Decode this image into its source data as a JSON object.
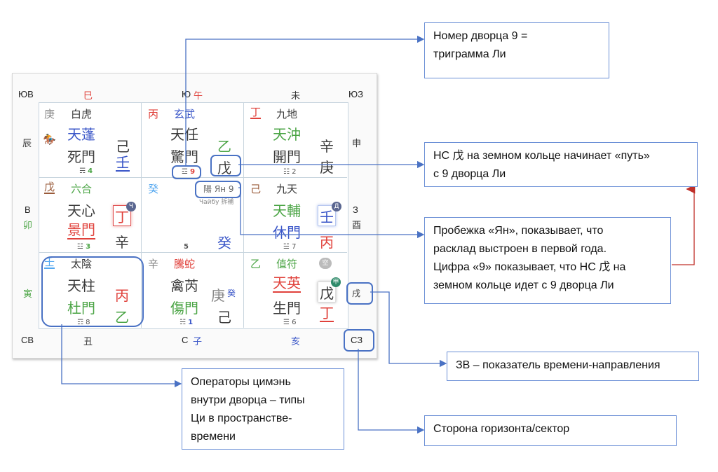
{
  "chart": {
    "corners": {
      "se": "ЮВ",
      "s": "Ю",
      "sw": "ЮЗ",
      "ne": "СВ",
      "n": "С",
      "nw": "СЗ",
      "e": "В",
      "w": "З"
    },
    "top_branches": {
      "left": "巳",
      "mid": "午",
      "right": "未"
    },
    "bottom_branches": {
      "left": "丑",
      "mid": "子",
      "right": "亥"
    },
    "left_branches": {
      "top": "辰",
      "mid": "卯",
      "bottom": "寅"
    },
    "right_branches": {
      "top": "申",
      "mid": "酉",
      "bottom": "戌"
    },
    "palaces": [
      {
        "id": "p4",
        "heaven_stem": "庚",
        "deity": "白虎",
        "star": "天蓬",
        "door": "死門",
        "earth_stems": [
          "己",
          "壬"
        ],
        "trigram": "☴",
        "number": "4",
        "icon": "horse-rider-icon"
      },
      {
        "id": "p9",
        "heaven_stem": "丙",
        "deity": "玄武",
        "star": "天任",
        "door": "驚門",
        "earth_stems": [
          "乙",
          "戊"
        ],
        "trigram": "☲",
        "number": "9"
      },
      {
        "id": "p2",
        "heaven_stem": "丁",
        "deity": "九地",
        "star": "天沖",
        "door": "開門",
        "earth_stems": [
          "辛",
          "庚"
        ],
        "trigram": "☷",
        "number": "2"
      },
      {
        "id": "p3",
        "heaven_stem": "戊",
        "deity": "六合",
        "star": "天心",
        "door": "景門",
        "earth_stems": [
          "丁",
          "辛"
        ],
        "trigram": "☳",
        "number": "3",
        "badge": "Ч"
      },
      {
        "id": "p5",
        "heaven_stem": "癸",
        "yang_label": "陽 Ян 9",
        "chaibu": "Чайбу 拆補",
        "earth_stems": [
          "癸"
        ],
        "number": "5"
      },
      {
        "id": "p7",
        "heaven_stem": "己",
        "deity": "九天",
        "star": "天輔",
        "door": "休門",
        "earth_stems": [
          "壬",
          "丙"
        ],
        "trigram": "☱",
        "number": "7",
        "badge": "Д"
      },
      {
        "id": "p8",
        "heaven_stem": "壬",
        "deity": "太陰",
        "star": "天柱",
        "door": "杜門",
        "earth_stems": [
          "丙",
          "乙"
        ],
        "trigram": "☶",
        "number": "8"
      },
      {
        "id": "p1",
        "heaven_stem": "辛",
        "deity": "騰蛇",
        "star": "禽芮",
        "door": "傷門",
        "earth_stems": [
          "庚",
          "己"
        ],
        "extra_stem": "癸",
        "trigram": "☵",
        "number": "1"
      },
      {
        "id": "p6",
        "heaven_stem": "乙",
        "deity": "值符",
        "star": "天英",
        "door": "生門",
        "earth_stems": [
          "戊",
          "丁"
        ],
        "trigram": "☰",
        "number": "6",
        "badge": "甲",
        "empty_mark": "空"
      }
    ]
  },
  "notes": [
    {
      "id": "palace-number",
      "text": "Номер дворца 9 =\nтриграмма Ли"
    },
    {
      "id": "ns-path",
      "text": "НС 戊 на земном кольце начинает «путь»\nс 9 дворца Ли"
    },
    {
      "id": "yang-run",
      "text": "Пробежка «Ян», показывает, что\nрасклад выстроен в первой года.\nЦифра «9» показывает, что НС 戊 на\nземном кольце идет с 9 дворца Ли"
    },
    {
      "id": "zv-indicator",
      "text": "ЗВ – показатель времени-направления"
    },
    {
      "id": "operators",
      "text": "Операторы цимэнь\nвнутри дворца – типы\nЦи в пространстве-\nвремени"
    },
    {
      "id": "horizon-side",
      "text": "Сторона горизонта/сектор"
    }
  ],
  "colors": {
    "arrow": "#4a72c4",
    "red_arrow": "#c0302a",
    "grid": "#c7d4de"
  }
}
